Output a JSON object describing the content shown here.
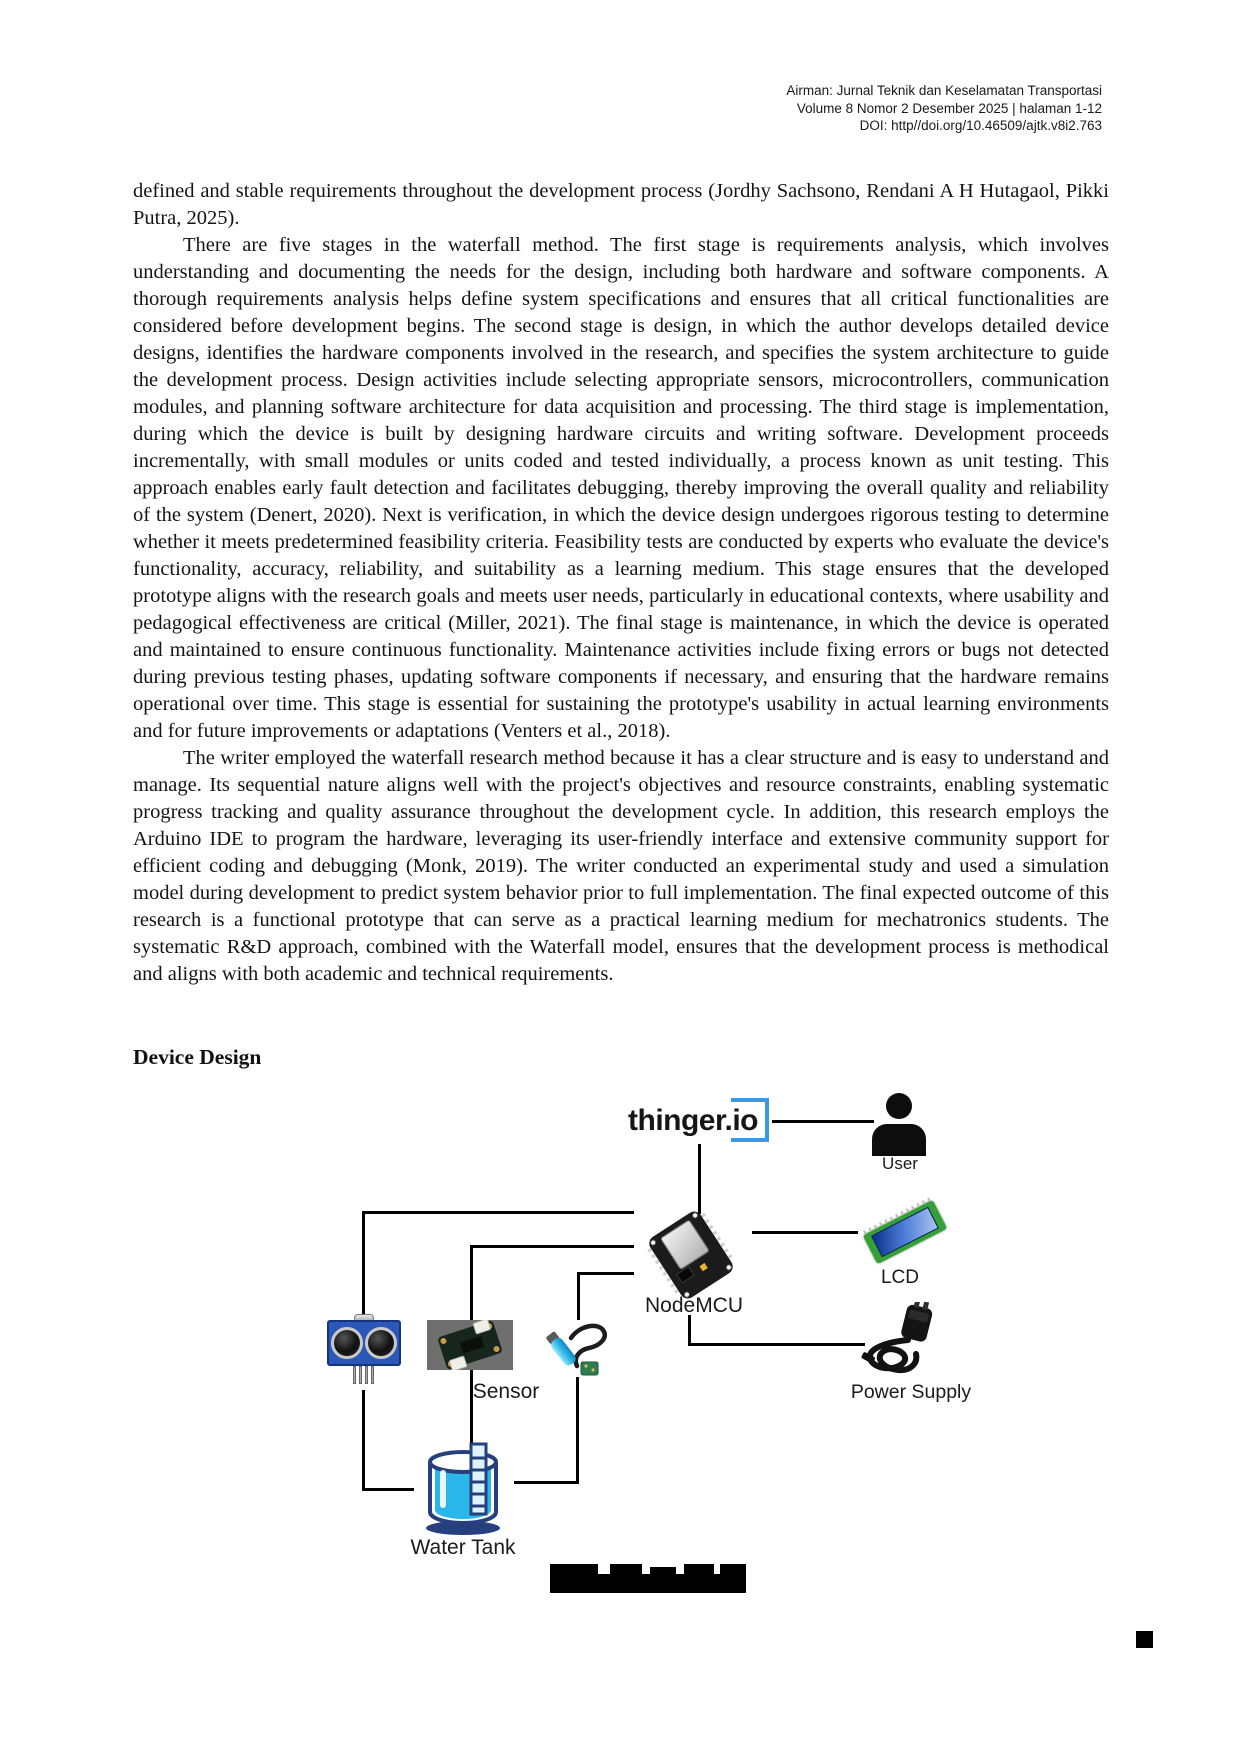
{
  "header": {
    "journal": "Airman: Jurnal Teknik dan Keselamatan Transportasi",
    "volume": "Volume 8 Nomor 2 Desember 2025 | halaman 1-12",
    "doi": "DOI: http//doi.org/10.46509/ajtk.v8i2.763"
  },
  "article": {
    "paragraphs": [
      {
        "text": "defined and stable requirements throughout the development process (Jordhy Sachsono, Rendani A H Hutagaol, Pikki Putra, 2025)."
      },
      {
        "text": "There are five stages in the waterfall method. The first stage is requirements analysis, which involves understanding and documenting the needs for the design, including both hardware and software components. A thorough requirements analysis helps define system specifications and ensures that all critical functionalities are considered before development begins. The second stage is design, in which the author develops detailed device designs, identifies the hardware components involved in the research, and specifies the system architecture to guide the development process. Design activities include selecting appropriate sensors, microcontrollers, communication modules, and planning software architecture for data acquisition and processing. The third stage is implementation, during which the device is built by designing hardware circuits and writing software. Development proceeds incrementally, with small modules or units coded and tested individually, a process known as unit testing. This approach enables early fault detection and facilitates debugging, thereby improving the overall quality and reliability of the system (Denert, 2020). Next is verification, in which the device design undergoes rigorous testing to determine whether it meets predetermined feasibility criteria. Feasibility tests are conducted by experts who evaluate the device's functionality, accuracy, reliability, and suitability as a learning medium. This stage ensures that the developed prototype aligns with the research goals and meets user needs, particularly in educational contexts, where usability and pedagogical effectiveness are critical (Miller, 2021). The final stage is maintenance, in which the device is operated and maintained to ensure continuous functionality. Maintenance activities include fixing errors or bugs not detected during previous testing phases, updating software components if necessary, and ensuring that the hardware remains operational over time. This stage is essential for sustaining the prototype's usability in actual learning environments and for future improvements or adaptations (Venters et al., 2018)."
      },
      {
        "text": "The writer employed the waterfall research method because it has a clear structure and is easy to understand and manage. Its sequential nature aligns well with the project's objectives and resource constraints, enabling systematic progress tracking and quality assurance throughout the development cycle. In addition, this research employs the Arduino IDE to program the hardware, leveraging its user-friendly interface and extensive community support for efficient coding and debugging (Monk, 2019). The writer conducted an experimental study and used a simulation model during development to predict system behavior prior to full implementation. The final expected outcome of this research is a functional prototype that can serve as a practical learning medium for mechatronics students. The systematic R&D approach, combined with the Waterfall model, ensures that the development process is methodical and aligns with both academic and technical requirements."
      }
    ],
    "section_heading": "Device Design"
  },
  "figure": {
    "thinger_label": "thinger.io",
    "user_label": "User",
    "nodemcu_label": "NodeMCU",
    "lcd_label": "LCD",
    "power_supply_label": "Power Supply",
    "sensor_label": "Sensor",
    "water_tank_label": "Water Tank",
    "caption_redacted": true,
    "colors": {
      "bracket_blue": "#3b99e0",
      "tank_cyan": "#29b6e8",
      "tank_navy": "#26407e",
      "lcd_green": "#35a035",
      "lcd_screen_blue": "#0b2f8f",
      "ultrasonic_blue": "#2b58b8"
    }
  }
}
